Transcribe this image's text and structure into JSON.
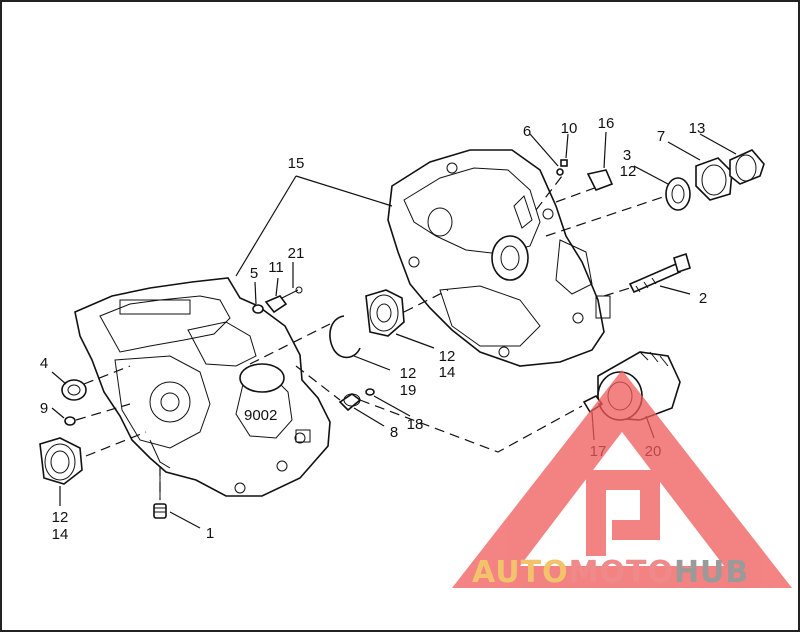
{
  "callouts": [
    {
      "id": "c1",
      "text": "1"
    },
    {
      "id": "c2",
      "text": "2"
    },
    {
      "id": "c3",
      "text": "3"
    },
    {
      "id": "c4",
      "text": "4"
    },
    {
      "id": "c5",
      "text": "5"
    },
    {
      "id": "c6",
      "text": "6"
    },
    {
      "id": "c7",
      "text": "7"
    },
    {
      "id": "c8",
      "text": "8"
    },
    {
      "id": "c9",
      "text": "9"
    },
    {
      "id": "c10",
      "text": "10"
    },
    {
      "id": "c11",
      "text": "11"
    },
    {
      "id": "c12a",
      "text": "12"
    },
    {
      "id": "c12b",
      "text": "12"
    },
    {
      "id": "c12c",
      "text": "12"
    },
    {
      "id": "c12d",
      "text": "12"
    },
    {
      "id": "c13",
      "text": "13"
    },
    {
      "id": "c14a",
      "text": "14"
    },
    {
      "id": "c14b",
      "text": "14"
    },
    {
      "id": "c15",
      "text": "15"
    },
    {
      "id": "c16",
      "text": "16"
    },
    {
      "id": "c17",
      "text": "17"
    },
    {
      "id": "c18",
      "text": "18"
    },
    {
      "id": "c19",
      "text": "19"
    },
    {
      "id": "c20",
      "text": "20"
    },
    {
      "id": "c21",
      "text": "21"
    }
  ],
  "watermark": {
    "part1": "AUTO",
    "part2": "MOTO",
    "part3": "HUB",
    "color_auto": "#f2c36b",
    "color_moto": "#f08a8a",
    "color_hub": "#9a9a9a",
    "logo_color": "#f05a5a"
  },
  "case_stamp": "9002"
}
